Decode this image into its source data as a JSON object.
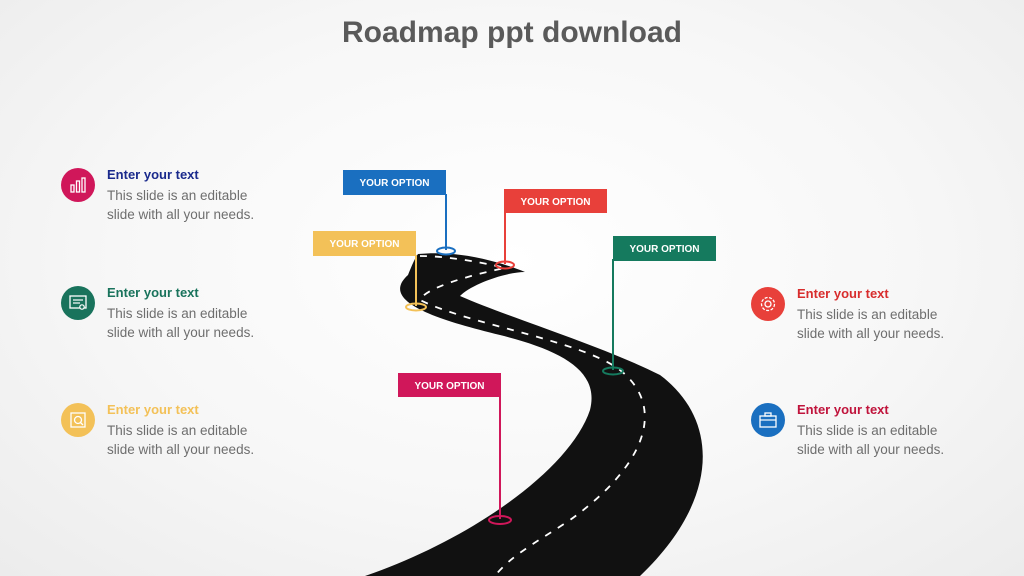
{
  "title": "Roadmap ppt download",
  "colors": {
    "blue": "#1a6fc0",
    "red": "#e8403a",
    "yellow": "#f3c158",
    "teal": "#157a5e",
    "magenta": "#d0175a",
    "green": "#19735c",
    "road": "#111111"
  },
  "flags": [
    {
      "label": "YOUR OPTION",
      "color": "#1a6fc0"
    },
    {
      "label": "YOUR OPTION",
      "color": "#e8403a"
    },
    {
      "label": "YOUR OPTION",
      "color": "#f3c158"
    },
    {
      "label": "YOUR OPTION",
      "color": "#157a5e"
    },
    {
      "label": "YOUR OPTION",
      "color": "#d0175a"
    }
  ],
  "left_items": [
    {
      "heading": "Enter your text",
      "line1": "This slide is an editable",
      "line2": "slide with all your needs.",
      "icon": "bar-chart-icon",
      "color": "#d0175a",
      "heading_color": "#1a2a8c"
    },
    {
      "heading": "Enter your text",
      "line1": "This slide is an editable",
      "line2": "slide with all your needs.",
      "icon": "certificate-icon",
      "color": "#19735c",
      "heading_color": "#19735c"
    },
    {
      "heading": "Enter your text",
      "line1": "This slide is an editable",
      "line2": "slide with all your needs.",
      "icon": "search-document-icon",
      "color": "#f3c158",
      "heading_color": "#f3c158"
    }
  ],
  "right_items": [
    {
      "heading": "Enter your text",
      "line1": "This slide is an editable",
      "line2": "slide with all your needs.",
      "icon": "settings-gear-icon",
      "color": "#e8403a",
      "heading_color": "#d82d2d"
    },
    {
      "heading": "Enter your text",
      "line1": "This slide is an editable",
      "line2": "slide with all your needs.",
      "icon": "briefcase-icon",
      "color": "#1a6fc0",
      "heading_color": "#c0143c"
    }
  ]
}
